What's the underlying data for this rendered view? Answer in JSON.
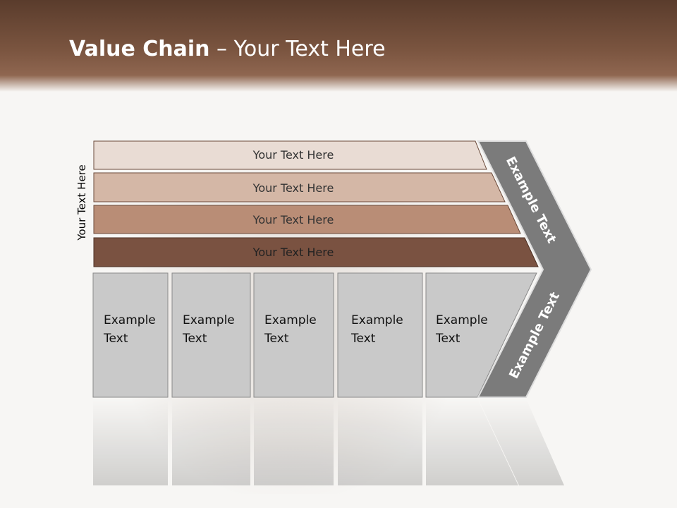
{
  "title": {
    "bold": "Value Chain",
    "rest": " – Your Text Here"
  },
  "side_label": "Your Text Here",
  "support_rows": [
    {
      "label": "Your Text Here",
      "color": "#e9dcd4"
    },
    {
      "label": "Your Text Here",
      "color": "#d4b7a6"
    },
    {
      "label": "Your Text Here",
      "color": "#b98d76"
    },
    {
      "label": "Your Text Here",
      "color": "#7a5241"
    }
  ],
  "primary_columns": [
    {
      "line1": "Example",
      "line2": "Text"
    },
    {
      "line1": "Example",
      "line2": "Text"
    },
    {
      "line1": "Example",
      "line2": "Text"
    },
    {
      "line1": "Example",
      "line2": "Text"
    },
    {
      "line1": "Example",
      "line2": "Text"
    }
  ],
  "chevron": {
    "upper_label": "Example Text",
    "lower_label": "Example Text",
    "color": "#7b7b7b"
  },
  "colors": {
    "header": "#7b5540",
    "column_fill": "#c9c9c9"
  }
}
